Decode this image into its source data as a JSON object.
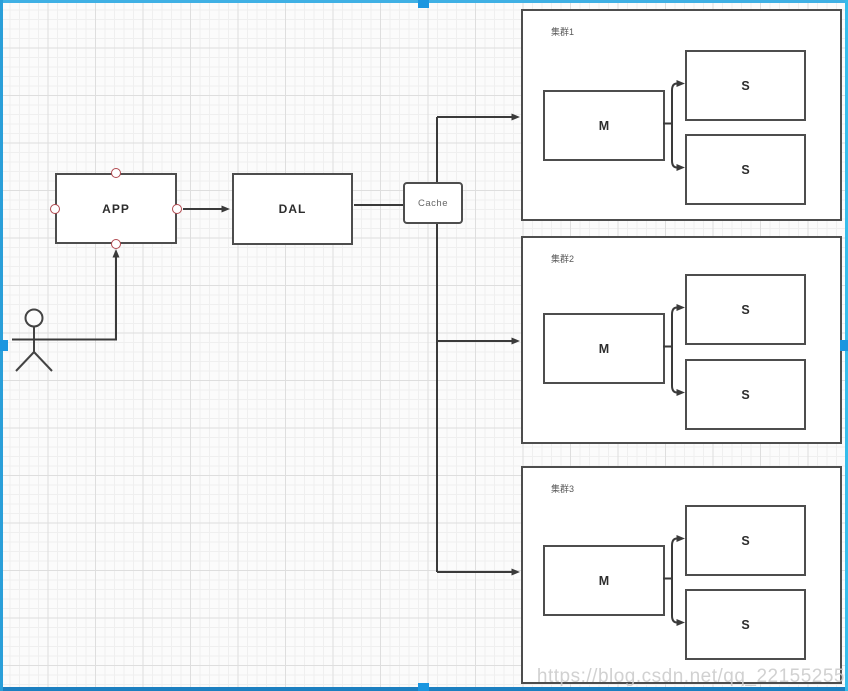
{
  "canvas": {
    "watermark": "https://blog.csdn.net/qq_22155255"
  },
  "nodes": {
    "app": "APP",
    "dal": "DAL",
    "cache": "Cache"
  },
  "clusters": [
    {
      "label": "集群1",
      "master": "M",
      "slaves": [
        "S",
        "S"
      ]
    },
    {
      "label": "集群2",
      "master": "M",
      "slaves": [
        "S",
        "S"
      ]
    },
    {
      "label": "集群3",
      "master": "M",
      "slaves": [
        "S",
        "S"
      ]
    }
  ],
  "colors": {
    "selection_frame_top": "#3fb0e4",
    "selection_frame_bottom": "#1c7fc0",
    "selection_handle": "#1b96e0",
    "shape_border": "#4d4d4d",
    "shape_fill": "#ffffff",
    "connector": "#3a3a3a",
    "connection_point_border": "#b0484f",
    "grid_minor": "#efefef",
    "grid_major": "#dedede",
    "watermark_text": "#c9c9c9"
  }
}
